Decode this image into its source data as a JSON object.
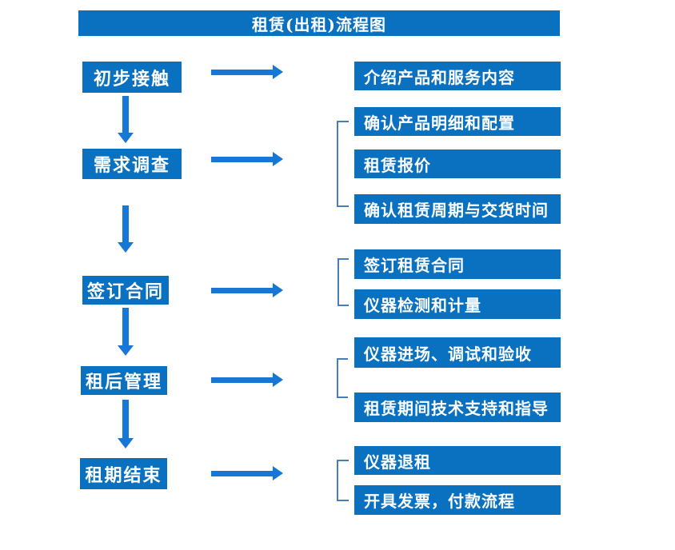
{
  "title": "租赁(出租)流程图",
  "colors": {
    "box_blue": "#0a71c0",
    "arrow_blue": "#1777d6",
    "bracket_blue": "#4a7ebb",
    "text_white": "#ffffff"
  },
  "stages": [
    {
      "label": "初步接触",
      "details": [
        "介绍产品和服务内容"
      ]
    },
    {
      "label": "需求调查",
      "details": [
        "确认产品明细和配置",
        "租赁报价",
        "确认租赁周期与交货时间"
      ]
    },
    {
      "label": "签订合同",
      "details": [
        "签订租赁合同",
        "仪器检测和计量"
      ]
    },
    {
      "label": "租后管理",
      "details": [
        "仪器进场、调试和验收",
        "租赁期间技术支持和指导"
      ]
    },
    {
      "label": "租期结束",
      "details": [
        "仪器退租",
        "开具发票，付款流程"
      ]
    }
  ]
}
